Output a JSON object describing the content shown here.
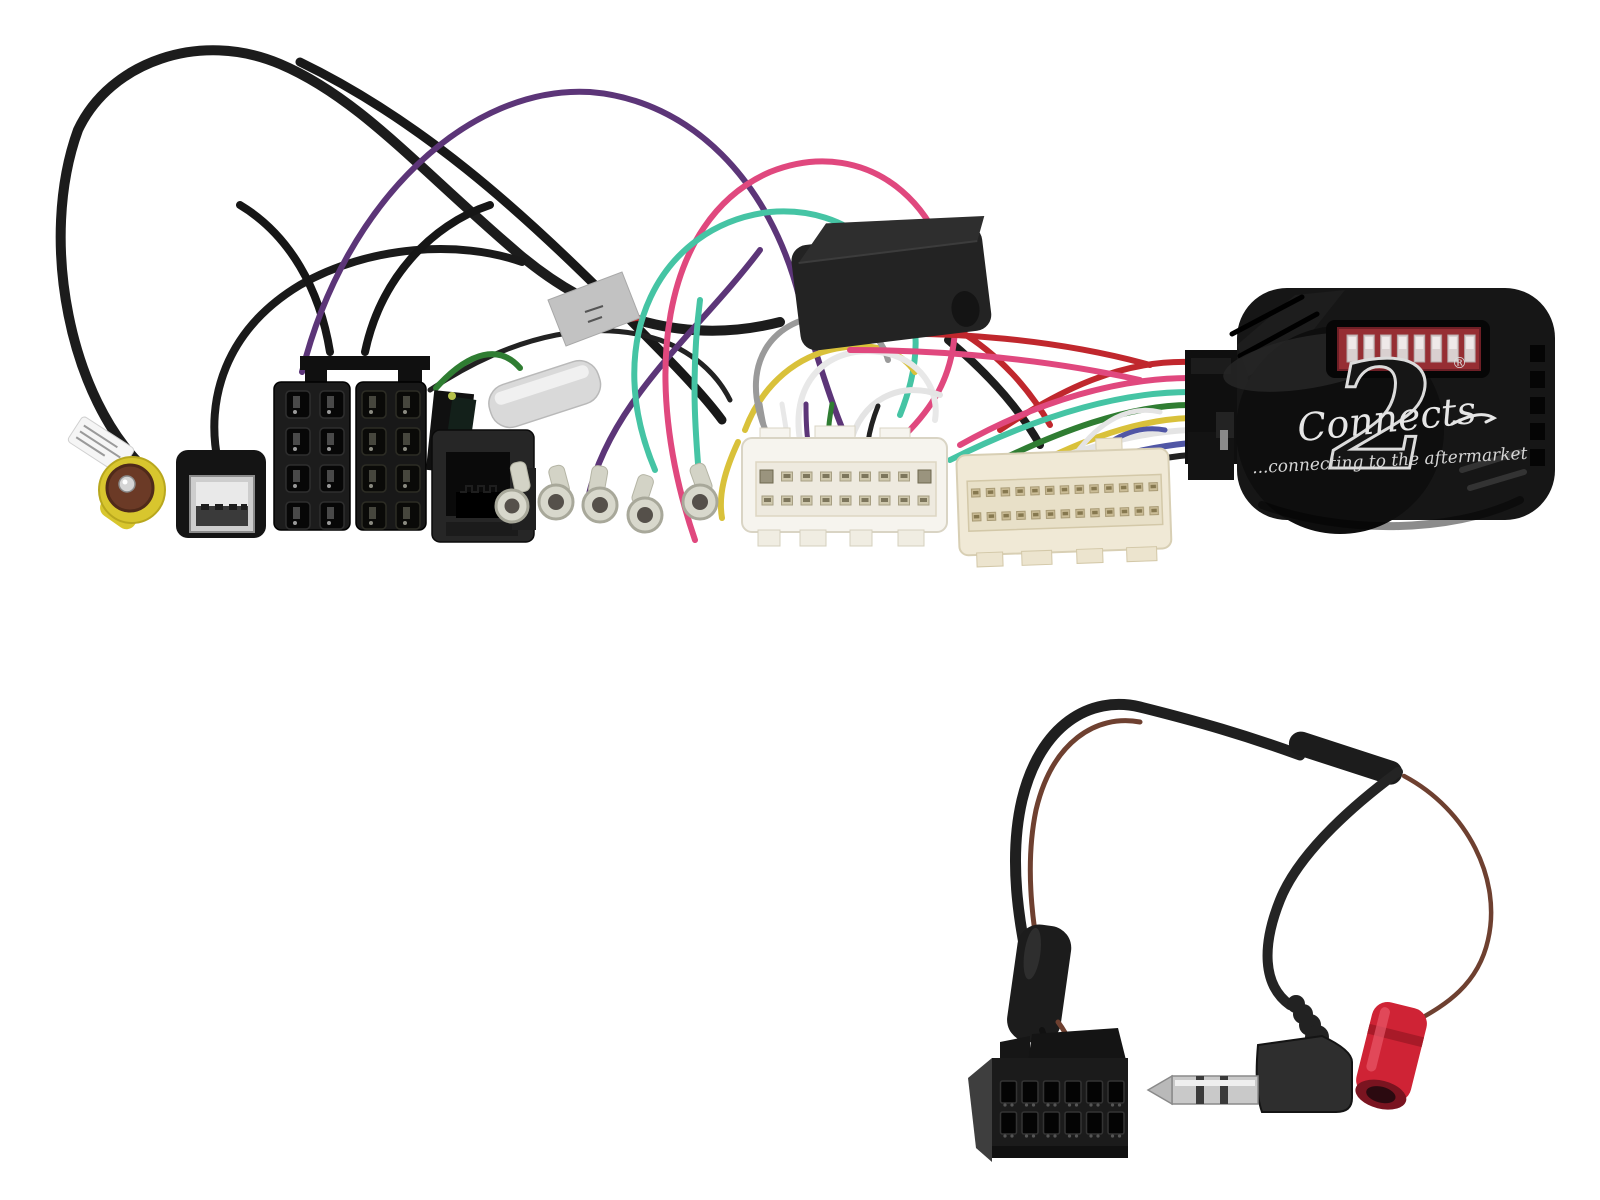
{
  "image": {
    "type": "product-photo",
    "background": "#ffffff",
    "subject": "Steering wheel control interface harness kit with vehicle connectors and patch lead"
  },
  "interface_box": {
    "brand": "Connects2",
    "logo_script": "Connects",
    "logo_numeral": "2",
    "registered_mark": "®",
    "tagline": "...connecting to the aftermarket",
    "body_color": "#161616",
    "dip_switch_panel": {
      "color": "#962e33",
      "switch_count": 8,
      "switch_color": "#ddd5d5"
    }
  },
  "harness": {
    "connectors": [
      {
        "name": "iso-antenna-plug",
        "colors": [
          "#d8c62e",
          "#6b3a26",
          "#d5d5d5"
        ]
      },
      {
        "name": "usb-a-plug",
        "colors": [
          "#141414",
          "#cdcdcd"
        ]
      },
      {
        "name": "iso-connector-left",
        "color": "#1c1c1c",
        "pins": "2x4"
      },
      {
        "name": "iso-connector-right",
        "color": "#181818",
        "pins": "2x4"
      },
      {
        "name": "quadlock-connector",
        "color": "#262626"
      },
      {
        "name": "ring-terminals",
        "color": "#d8d8cc",
        "count": 5
      },
      {
        "name": "vehicle-connector-white",
        "color": "#f6f4ee",
        "pins": "2x9"
      },
      {
        "name": "vehicle-connector-cream",
        "color": "#f0e9d6",
        "pins": "2x13"
      },
      {
        "name": "inline-filter-box",
        "color": "#232323"
      },
      {
        "name": "interface-input-connector",
        "color": "#0f0f0f"
      }
    ],
    "wire_colors": [
      "#1f1f1f",
      "#5c3578",
      "#e0487e",
      "#45c4a4",
      "#c0272d",
      "#d9c13a",
      "#2f7d32",
      "#9a9a9a",
      "#e8e8e8",
      "#5056a5",
      "#6e4030"
    ]
  },
  "patch_lead": {
    "connectors": [
      {
        "name": "molex-12pin-connector",
        "color": "#1b1b1b",
        "pins": "2x6"
      },
      {
        "name": "right-angle-3-5mm-jack",
        "colors": [
          "#2e2e2e",
          "#c9c9c9"
        ]
      },
      {
        "name": "red-bullet-connector",
        "color": "#cf2335"
      }
    ],
    "cable_colors": [
      "#1f1f1f",
      "#6e4030"
    ]
  }
}
